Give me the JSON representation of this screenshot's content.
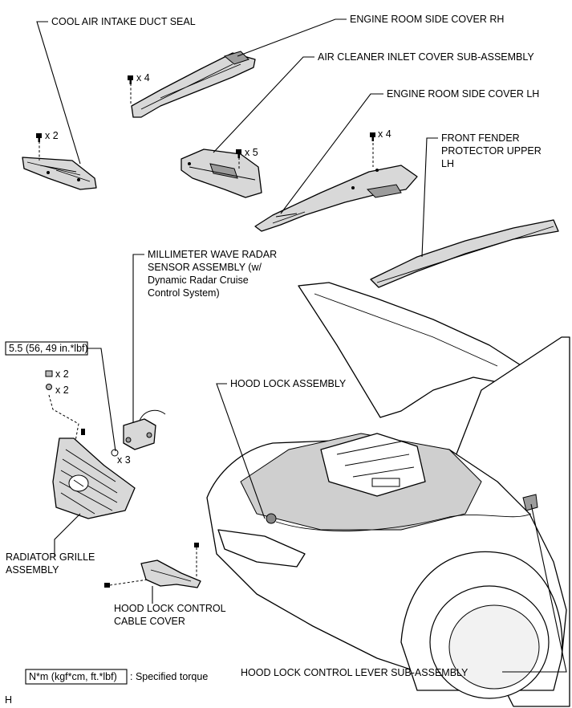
{
  "labels": {
    "cool_air_intake_duct_seal": "COOL AIR INTAKE DUCT SEAL",
    "engine_room_side_cover_rh": "ENGINE ROOM SIDE COVER RH",
    "air_cleaner_inlet_cover": "AIR CLEANER INLET COVER SUB-ASSEMBLY",
    "engine_room_side_cover_lh": "ENGINE ROOM SIDE COVER LH",
    "front_fender_protector": [
      "FRONT FENDER",
      "PROTECTOR UPPER",
      "LH"
    ],
    "millimeter_wave_radar": [
      "MILLIMETER WAVE RADAR",
      "SENSOR ASSEMBLY (w/",
      "Dynamic Radar Cruise",
      "Control System)"
    ],
    "hood_lock_assembly": "HOOD LOCK ASSEMBLY",
    "radiator_grille": [
      "RADIATOR GRILLE",
      "ASSEMBLY"
    ],
    "hood_lock_control_cable_cover": [
      "HOOD LOCK CONTROL",
      "CABLE COVER"
    ],
    "hood_lock_control_lever": "HOOD LOCK CONTROL LEVER SUB-ASSEMBLY"
  },
  "torque": {
    "value": "5.5 (56, 49 in.*lbf)"
  },
  "quantities": {
    "duct_seal_clips": "x 2",
    "side_cover_rh_clips": "x 4",
    "inlet_cover_clips": "x 5",
    "side_cover_lh_clips": "x 4",
    "grille_clip_a": "x 2",
    "grille_clip_b": "x 2",
    "radar_bolts": "x 3"
  },
  "legend": {
    "box_text": "N*m (kgf*cm, ft.*lbf)",
    "description": ": Specified torque"
  },
  "footer_code": "H"
}
